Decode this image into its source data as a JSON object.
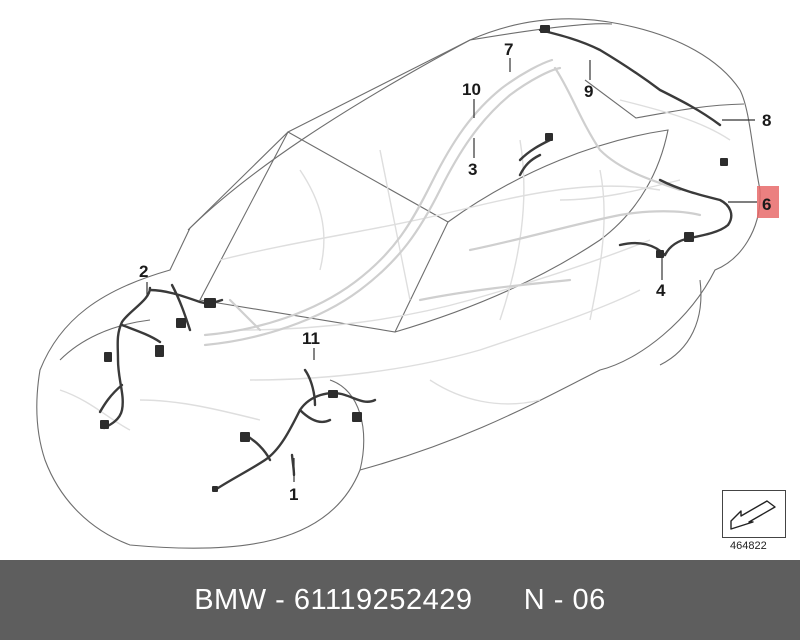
{
  "callouts": {
    "c1": "1",
    "c2": "2",
    "c3": "3",
    "c4": "4",
    "c6": "6",
    "c7": "7",
    "c8": "8",
    "c9": "9",
    "c10": "10",
    "c11": "11"
  },
  "highlight_color": "#e86a6a",
  "diagram_number": "464822",
  "footer": {
    "text": "BMW - 61119252429      N - 06"
  }
}
